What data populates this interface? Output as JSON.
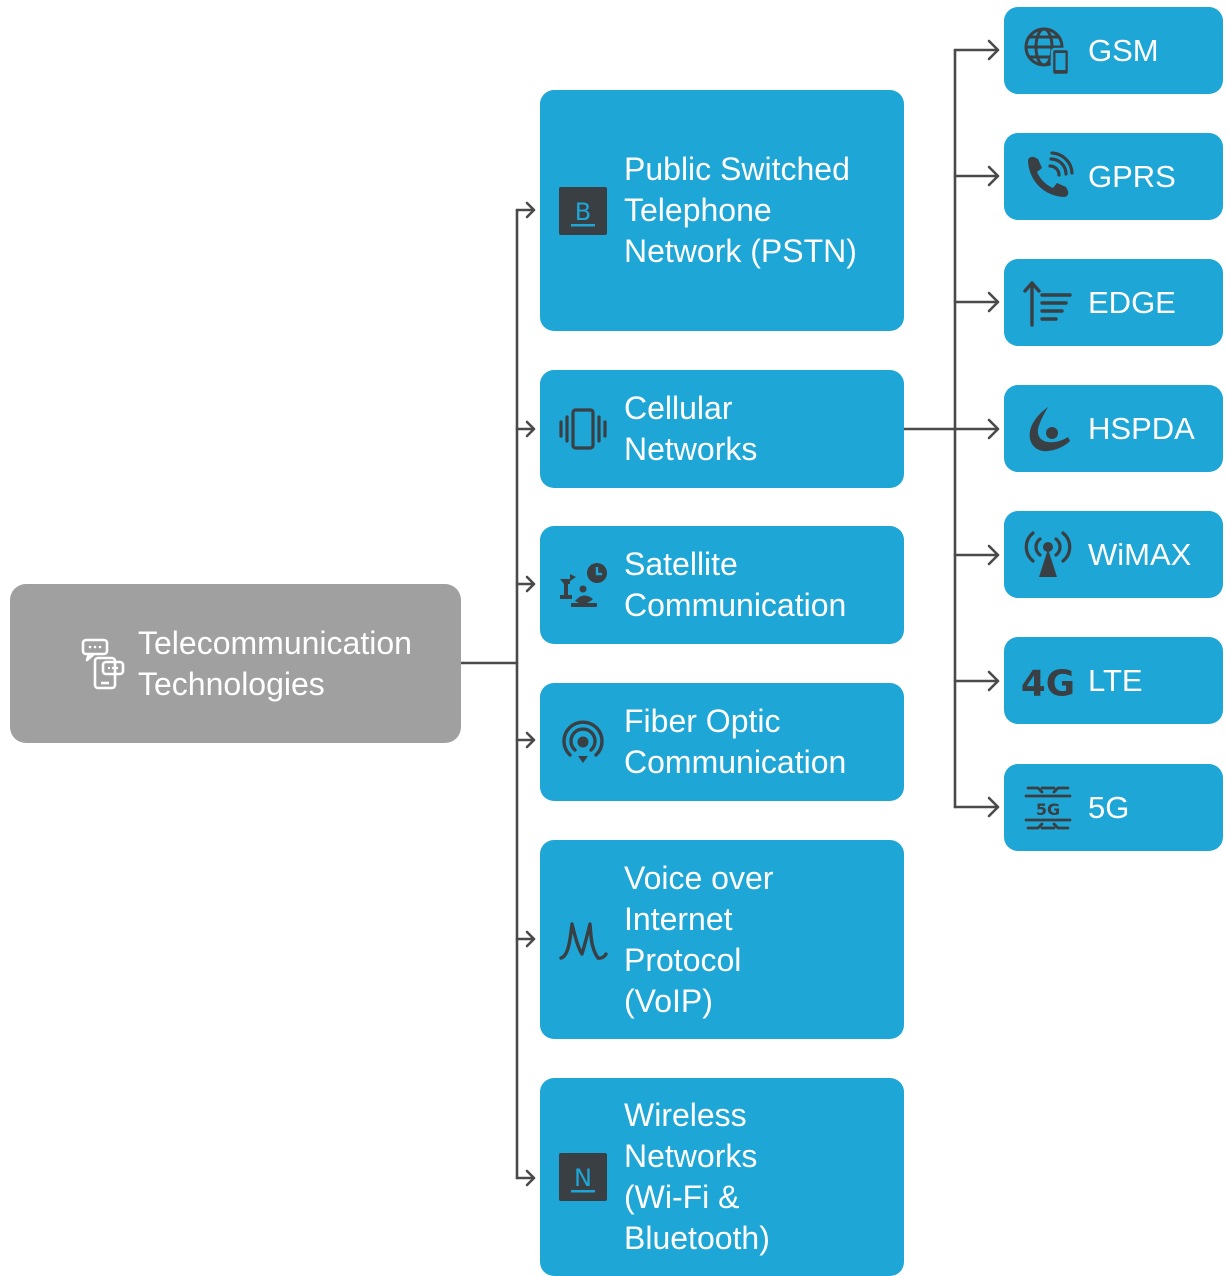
{
  "root": {
    "label_lines": [
      "Telecommunication",
      "Technologies"
    ],
    "icon": "chat-phone-icon"
  },
  "categories": [
    {
      "label_lines": [
        "Public Switched",
        "Telephone",
        "Network (PSTN)"
      ],
      "icon": "letter-b-box-icon"
    },
    {
      "label_lines": [
        "Cellular",
        "Networks"
      ],
      "icon": "vibrating-phone-icon"
    },
    {
      "label_lines": [
        "Satellite",
        "Communication"
      ],
      "icon": "satellite-dish-icon"
    },
    {
      "label_lines": [
        "Fiber Optic",
        "Communication"
      ],
      "icon": "signal-broadcast-icon"
    },
    {
      "label_lines": [
        "Voice over",
        "Internet",
        "Protocol",
        "(VoIP)"
      ],
      "icon": "script-m-icon"
    },
    {
      "label_lines": [
        "Wireless",
        "Networks",
        "(Wi-Fi &",
        "Bluetooth)"
      ],
      "icon": "letter-n-box-icon"
    }
  ],
  "cellular_types": [
    {
      "label": "GSM",
      "icon": "globe-phone-icon"
    },
    {
      "label": "GPRS",
      "icon": "phone-signal-icon"
    },
    {
      "label": "EDGE",
      "icon": "arrow-lines-icon"
    },
    {
      "label": "HSPDA",
      "icon": "hook-circle-icon"
    },
    {
      "label": "WiMAX",
      "icon": "antenna-tower-icon"
    },
    {
      "label": "LTE",
      "icon": "4g-icon",
      "icon_text": "4G"
    },
    {
      "label": "5G",
      "icon": "5g-chip-icon",
      "icon_text": "5G"
    }
  ],
  "colors": {
    "node_blue": "#1da6d6",
    "root_gray": "#a0a0a0",
    "connector": "#4a4a4a",
    "icon_dark": "#3a3f44",
    "text": "#ffffff"
  }
}
